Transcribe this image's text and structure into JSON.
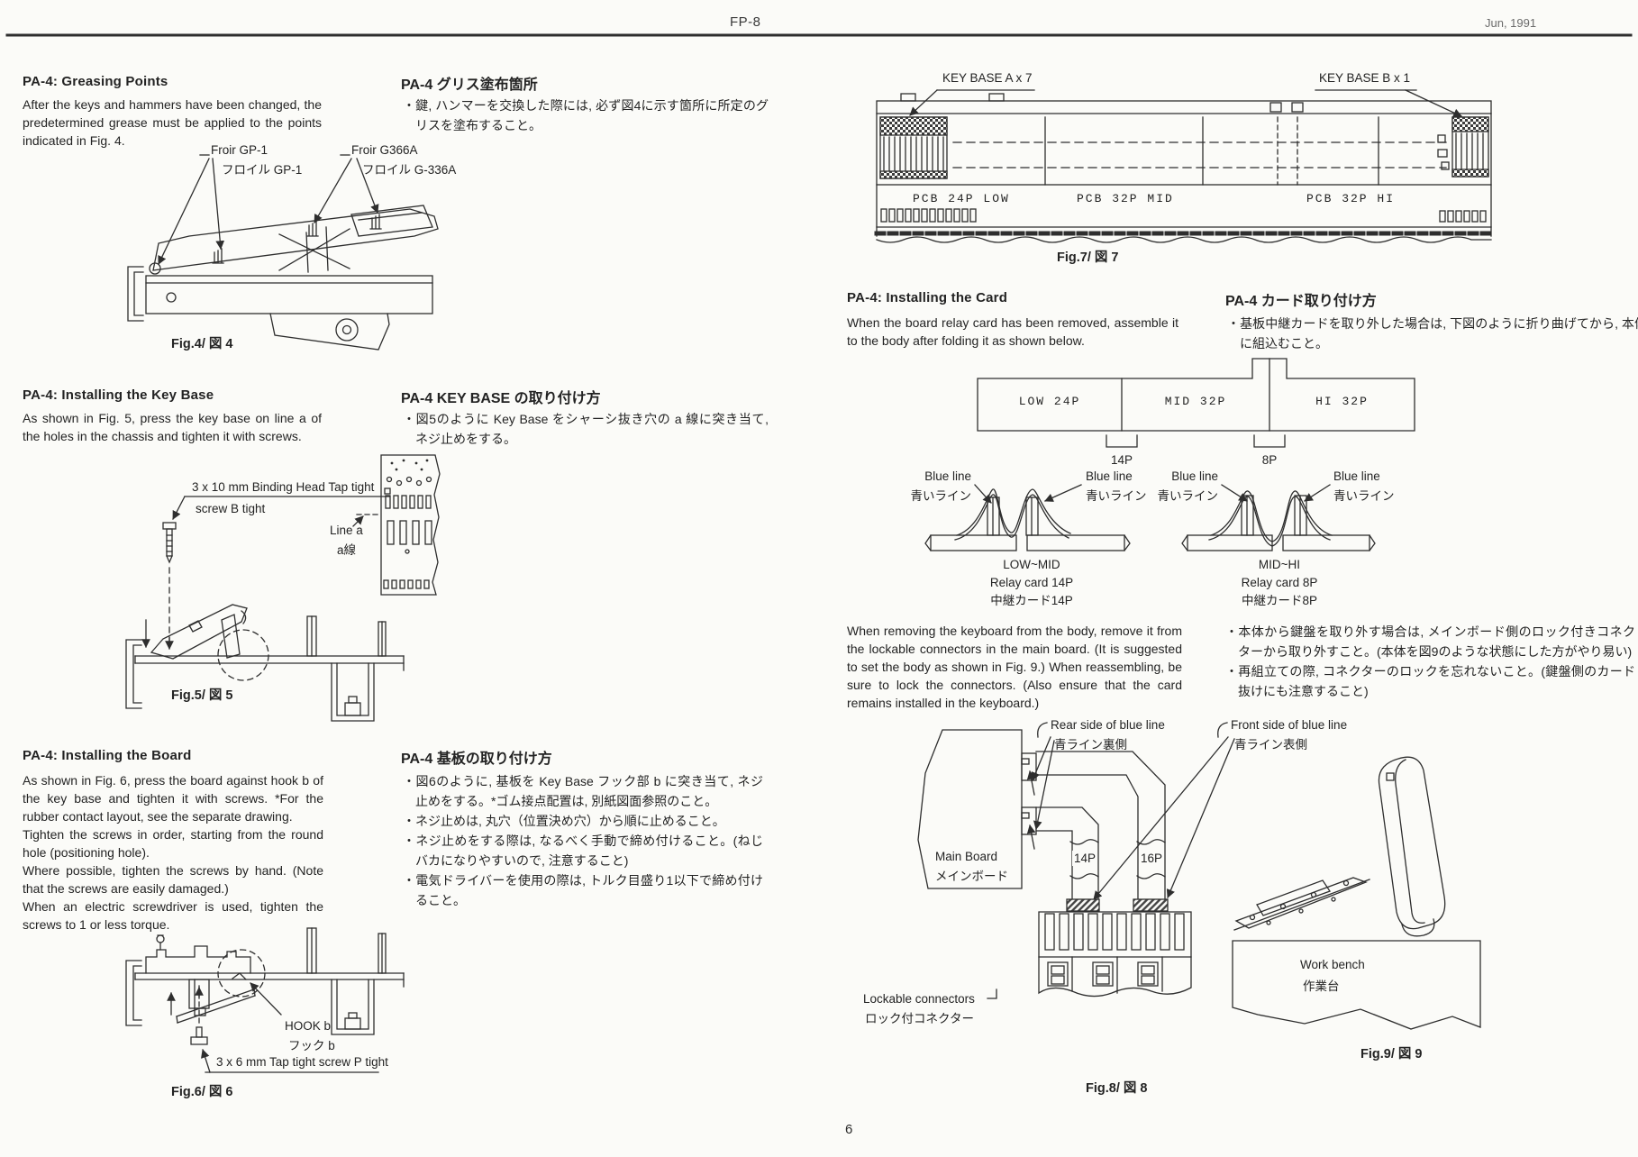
{
  "page": {
    "doc_code": "FP-8",
    "date": "Jun, 1991",
    "page_number": "6"
  },
  "greasing": {
    "heading_en": "PA-4: Greasing Points",
    "body_en": "After the keys and hammers have been changed, the predetermined grease must be applied to the points indicated in Fig. 4.",
    "heading_ja": "PA-4 グリス塗布箇所",
    "bullet_ja": "・鍵, ハンマーを交換した際には, 必ず図4に示す箇所に所定のグリスを塗布すること。"
  },
  "fig4": {
    "label1_en": "Froir GP-1",
    "label1_ja": "フロイル GP-1",
    "label2_en": "Froir G366A",
    "label2_ja": "フロイル G-336A",
    "caption": "Fig.4/ 図 4"
  },
  "keybase": {
    "heading_en": "PA-4: Installing the Key Base",
    "body_en": "As shown in Fig. 5, press the key base on line a of the holes in the chassis and tighten it with screws.",
    "heading_ja": "PA-4 KEY BASE の取り付け方",
    "bullet_ja": "・図5のように Key Base をシャーシ抜き穴の a 線に突き当て, ネジ止めをする。"
  },
  "fig5": {
    "screw_line1": "3 x 10 mm Binding Head Tap tight",
    "screw_line2": "screw B tight",
    "line_a_en": "Line a",
    "line_a_ja": "a線",
    "caption": "Fig.5/ 図 5"
  },
  "board": {
    "heading_en": "PA-4: Installing the Board",
    "body_en": [
      "As shown in Fig. 6, press the board against hook b of the key base and tighten it with screws. *For the rubber contact layout, see the separate drawing.",
      "Tighten the screws in order, starting from the round hole (positioning hole).",
      "Where possible, tighten the screws by hand. (Note that the screws are easily damaged.)",
      "When an electric screwdriver is used, tighten the screws to 1 or less torque."
    ],
    "heading_ja": "PA-4 基板の取り付け方",
    "bullets_ja": [
      "・図6のように, 基板を Key Base フック部 b に突き当て, ネジ止めをする。*ゴム接点配置は, 別紙図面参照のこと。",
      "・ネジ止めは, 丸穴（位置決め穴）から順に止めること。",
      "・ネジ止めをする際は, なるべく手動で締め付けること。(ねじバカになりやすいので, 注意すること)",
      "・電気ドライバーを使用の際は, トルク目盛り1以下で締め付けること。"
    ]
  },
  "fig6": {
    "hook_en": "HOOK b",
    "hook_ja": "フック b",
    "screw_label": "3 x 6 mm Tap tight screw P tight",
    "caption": "Fig.6/ 図 6"
  },
  "fig7": {
    "key_base_a": "KEY BASE A x 7",
    "key_base_b": "KEY BASE B x 1",
    "pcb_low": "PCB 24P LOW",
    "pcb_mid": "PCB 32P MID",
    "pcb_hi": "PCB 32P HI",
    "caption": "Fig.7/ 図 7"
  },
  "card": {
    "heading_en": "PA-4: Installing the Card",
    "body_en": "When the board relay card has been removed, assemble it to the body after folding it as shown below.",
    "heading_ja": "PA-4 カード取り付け方",
    "bullet_ja": "・基板中継カードを取り外した場合は, 下図のように折り曲げてから, 本体に組込むこと。",
    "segments": [
      "LOW 24P",
      "MID 32P",
      "HI 32P"
    ],
    "conn_14p": "14P",
    "conn_8p": "8P"
  },
  "relay": {
    "blue_line_en": "Blue line",
    "blue_line_ja": "青いライン",
    "left_caption": [
      "LOW~MID",
      "Relay card 14P",
      "中継カード14P"
    ],
    "right_caption": [
      "MID~HI",
      "Relay card 8P",
      "中継カード8P"
    ]
  },
  "removal": {
    "body_en": "When removing the keyboard from the body, remove it from the lockable connectors in the main board. (It is suggested to set the body as shown in Fig. 9.) When reassembling, be sure to lock the connectors. (Also ensure that the card remains installed in the keyboard.)",
    "bullets_ja": [
      "・本体から鍵盤を取り外す場合は, メインボード側のロック付きコネクターから取り外すこと。(本体を図9のような状態にした方がやり易い)",
      "・再組立ての際, コネクターのロックを忘れないこと。(鍵盤側のカード抜けにも注意すること)"
    ]
  },
  "fig8": {
    "rear_en": "Rear side of blue line",
    "rear_ja": "青ライン裏側",
    "front_en": "Front side of blue line",
    "front_ja": "青ライン表側",
    "mainboard_en": "Main Board",
    "mainboard_ja": "メインボード",
    "conn_14p": "14P",
    "conn_16p": "16P",
    "lockable_en": "Lockable connectors",
    "lockable_ja": "ロック付コネクター",
    "caption": "Fig.8/ 図 8"
  },
  "fig9": {
    "bench_en": "Work bench",
    "bench_ja": "作業台",
    "caption": "Fig.9/ 図 9"
  }
}
